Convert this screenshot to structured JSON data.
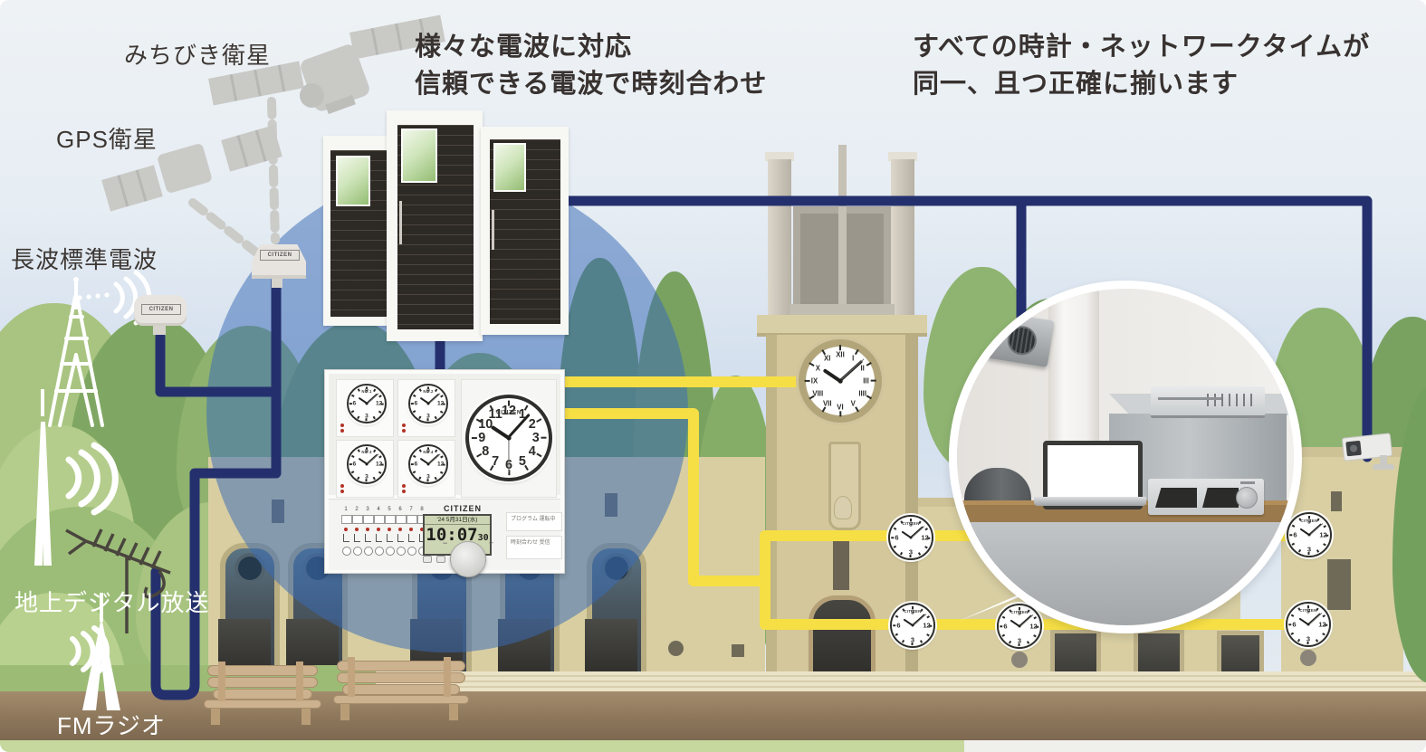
{
  "headline_left": {
    "line1": "様々な電波に対応",
    "line2": "信頼できる電波で時刻合わせ"
  },
  "headline_right": {
    "line1": "すべての時計・ネットワークタイムが",
    "line2": "同一、且つ正確に揃います"
  },
  "signal_labels": {
    "michibiki": "みちびき衛星",
    "gps": "GPS衛星",
    "longwave": "長波標準電波",
    "terrestrial": "地上デジタル放送",
    "fm": "FMラジオ"
  },
  "brand": "CITIZEN",
  "master_clock": {
    "brand": "CITIZEN",
    "lcd_date": "'24 5月31日(水)",
    "lcd_time": "10:07",
    "lcd_seconds": "30",
    "channels": [
      "1",
      "2",
      "3",
      "4",
      "5",
      "6",
      "7",
      "8"
    ],
    "sub_clock_labels": [
      "NO.1",
      "NO.2",
      "NO.3",
      "NO.4"
    ],
    "program_panel": "プログラム 運転中",
    "sync_panel": "時刻合わせ 受信",
    "knob_minus": "−",
    "knob_plus": "+"
  },
  "clock_faces": {
    "quarters": [
      "12",
      "3",
      "6",
      "9"
    ],
    "full": [
      "1",
      "2",
      "3",
      "4",
      "5",
      "6",
      "7",
      "8",
      "9",
      "10",
      "11",
      "12"
    ],
    "roman": [
      "I",
      "II",
      "III",
      "IIII",
      "V",
      "VI",
      "VII",
      "VIII",
      "IX",
      "X",
      "XI",
      "XII"
    ]
  },
  "clock_times": {
    "analog": "10:08",
    "analog_seconds": 8,
    "digital": "10:07:30",
    "tower": "10:08"
  },
  "colors": {
    "cable_navy": "#24306e",
    "cable_yellow": "#f6df45",
    "globe_blue": "rgba(58,108,183,0.52)",
    "building_tan": "#d8cea2"
  }
}
